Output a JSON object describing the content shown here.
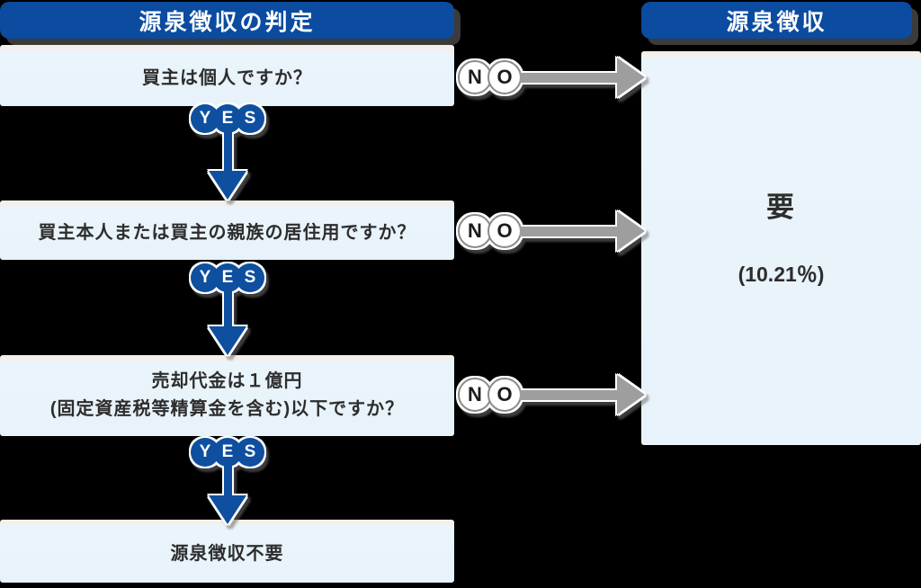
{
  "left": {
    "header": "源泉徴収の判定",
    "q1": "買主は個人ですか？",
    "q2": "買主本人または買主の親族の居住用ですか？",
    "q3_line1": "売却代金は１億円",
    "q3_line2": "(固定資産税等精算金を含む)以下ですか？",
    "result": "源泉徴収不要"
  },
  "right": {
    "header": "源泉徴収",
    "result": "要",
    "rate": "(10.21％)"
  },
  "labels": {
    "yes": [
      "Y",
      "E",
      "S"
    ],
    "no": [
      "N",
      "O"
    ]
  },
  "colors": {
    "header_blue": "#0b4ba0",
    "arrow_blue": "#0e4f9f",
    "box_light_blue": "#eaf4fb",
    "box_top_highlight": "#f4f0e9",
    "arrow_gray": "#9e9e9e",
    "text_dark": "#2d2d2d",
    "header_shadow": "#3b3b3b",
    "background": "#000000"
  }
}
